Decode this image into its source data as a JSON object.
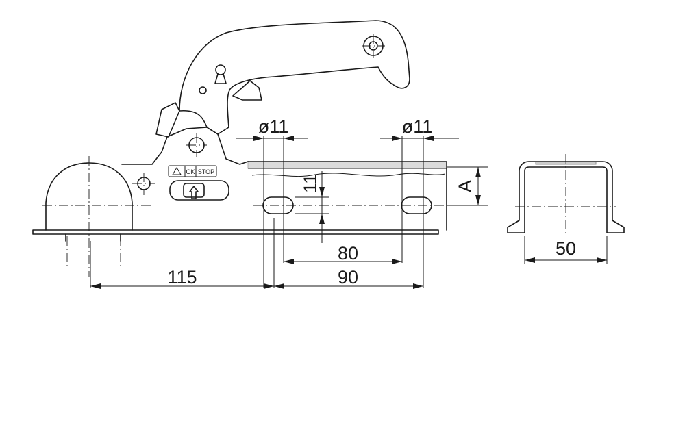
{
  "dimensions": {
    "hole_left": "ø11",
    "hole_right": "ø11",
    "slot_height": "11",
    "height_a": "A",
    "slot_spacing": "80",
    "ball_to_hole": "115",
    "hole_spacing": "90",
    "profile_width": "50"
  },
  "label": {
    "ok": "OK",
    "stop": "STOP"
  }
}
